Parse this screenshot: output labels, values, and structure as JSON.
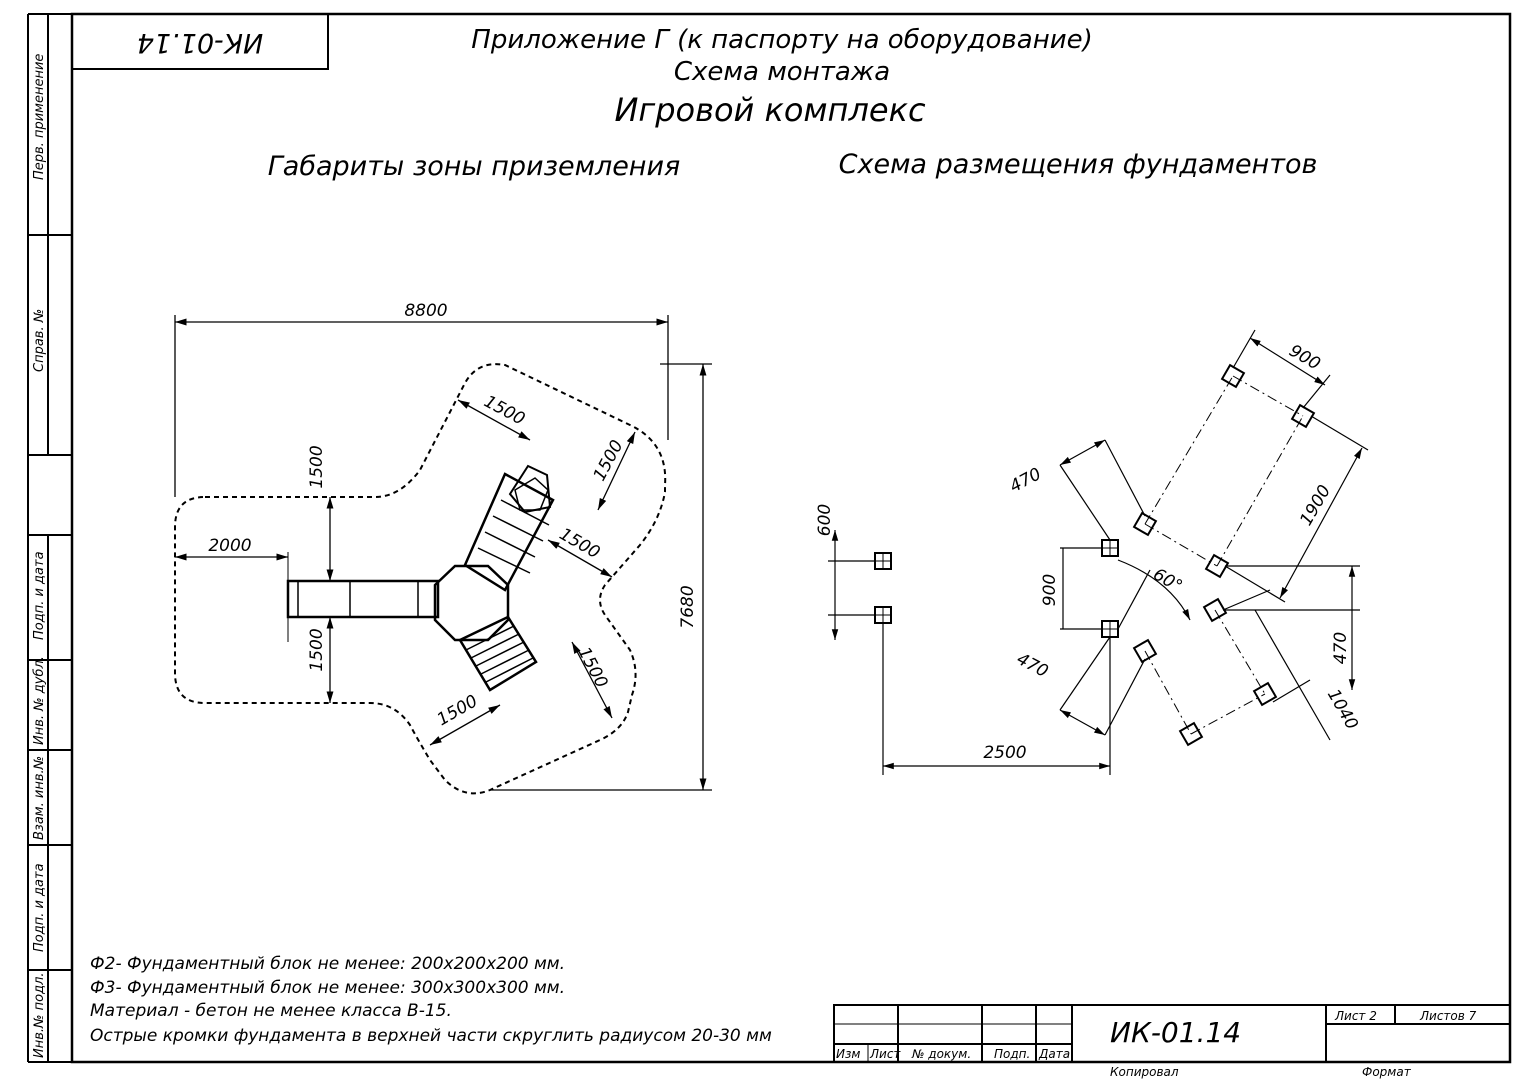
{
  "header": {
    "code_mirrored": "ИК-01.14",
    "line1": "Приложение Г (к паспорту на оборудование)",
    "line2": "Схема монтажа",
    "title": "Игровой комплекс"
  },
  "sections": {
    "left": "Габариты зоны приземления",
    "right": "Схема размещения фундаментов"
  },
  "side_strip": {
    "perv": "Перв. применение",
    "sprav": "Справ. №",
    "podp_data_1": "Подп. и дата",
    "inv_dubl": "Инв. № дубл.",
    "vzam_inv": "Взам. инв.№",
    "podp_data_2": "Подп. и дата",
    "inv_podl": "Инв.№ подл."
  },
  "left_dims": {
    "width": "8800",
    "height": "7680",
    "slide_zone": "2000",
    "side_upper": "1500",
    "side_lower": "1500",
    "upper_arm_a": "1500",
    "upper_arm_b": "1500",
    "upper_arm_c": "1500",
    "lower_arm_a": "1500",
    "lower_arm_b": "1500"
  },
  "right_dims": {
    "pair_gap": "600",
    "d900_top": "900",
    "d1900": "1900",
    "d470_top": "470",
    "d900_left": "900",
    "angle": "60°",
    "d470_right": "470",
    "d470_bottom": "470",
    "d1040": "1040",
    "d2500": "2500"
  },
  "notes": [
    "Ф2- Фундаментный блок не менее: 200х200х200 мм.",
    "Ф3- Фундаментный блок не менее: 300х300х300 мм.",
    "Материал - бетон не менее класса В-15.",
    "Острые кромки фундамента в верхней части скруглить радиусом 20-30 мм"
  ],
  "title_block": {
    "designation": "ИК-01.14",
    "izm": "Изм",
    "list": "Лист",
    "n_dokum": "№ докум.",
    "podp": "Подп.",
    "data": "Дата",
    "sheet": "Лист 2",
    "sheets": "Листов 7",
    "kopiroval": "Копировал",
    "format": "Формат"
  }
}
